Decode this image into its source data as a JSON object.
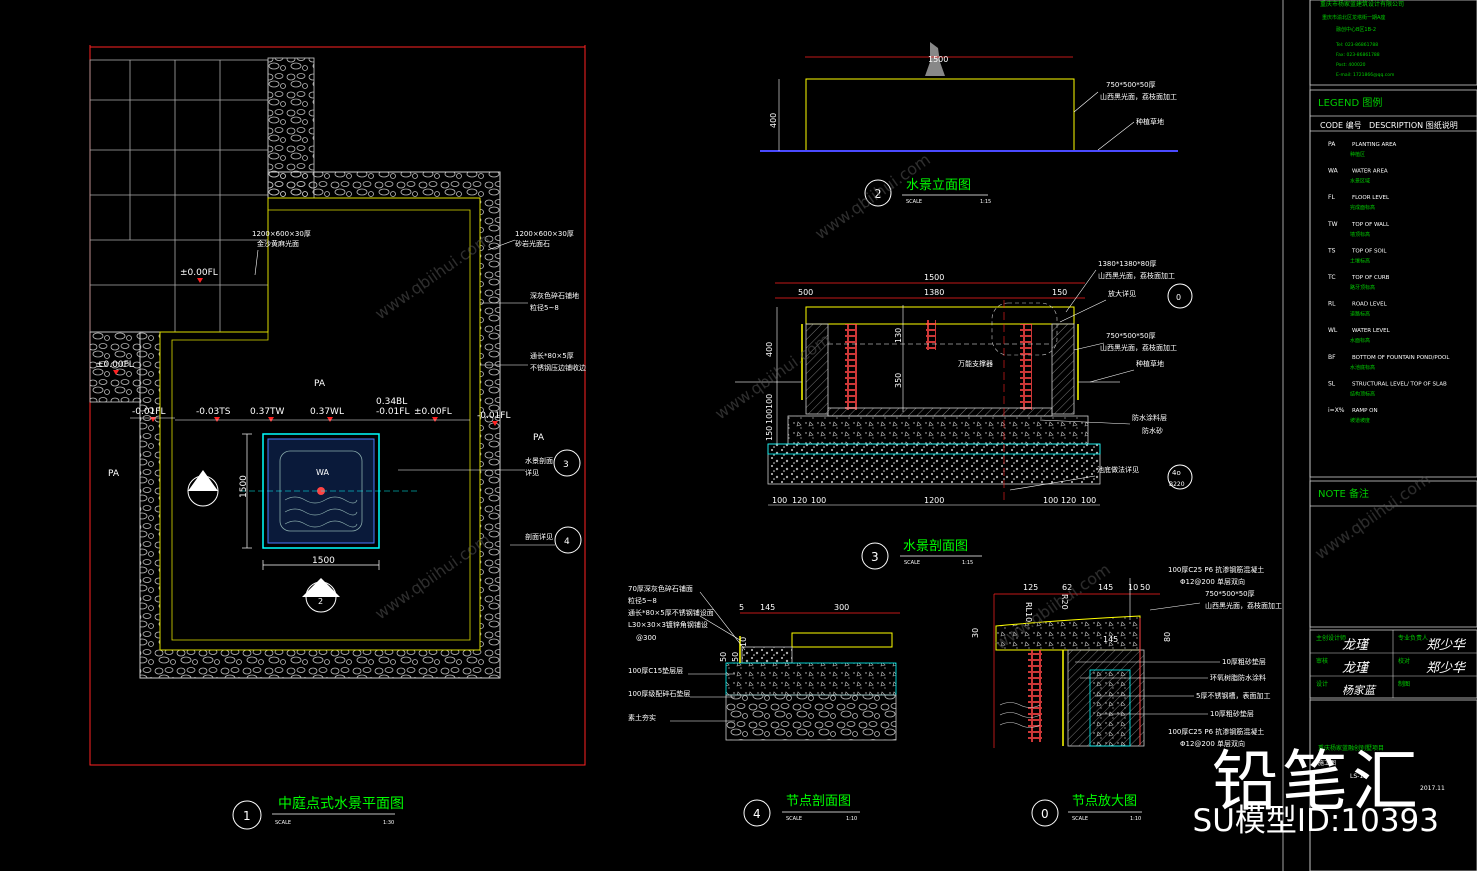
{
  "plan": {
    "title": "中庭点式水景平面图",
    "number": "1",
    "scale_label": "SCALE",
    "scale": "1:30",
    "notes": [
      "1200×600×30厚",
      "金沙黄麻光面",
      "1200×600×30厚",
      "砂岩光面石",
      "深灰色碎石铺地",
      "粒径5~8",
      "通长*80×5厚",
      "不锈钢压边铺收边",
      "水景剖面",
      "详见",
      "剖面详见"
    ],
    "levels": [
      "±0.00FL",
      "±0.00FL",
      "-0.01FL",
      "-0.03TS",
      "0.37TW",
      "0.37WL",
      "0.34BL",
      "-0.01FL",
      "±0.00FL",
      "-0.01FL"
    ],
    "area_labels": [
      "PA",
      "PA",
      "PA",
      "WA"
    ],
    "dims": [
      "1500",
      "1500"
    ],
    "section_marks": [
      "2",
      "2",
      "3",
      "4"
    ]
  },
  "elev": {
    "title": "水景立面图",
    "number": "2",
    "scale_label": "SCALE",
    "scale": "1:15",
    "dims": [
      "1500",
      "400"
    ],
    "notes": [
      "750*500*50厚",
      "山西黑光面，荔枝面加工",
      "种植草地"
    ]
  },
  "section": {
    "title": "水景剖面图",
    "number": "3",
    "scale_label": "SCALE",
    "scale": "1:15",
    "top_dims": [
      "1500",
      "1380",
      "500",
      "150"
    ],
    "left_dims": [
      "400",
      "350",
      "100",
      "100",
      "150"
    ],
    "mid_dims": [
      "130"
    ],
    "bottom_dims": [
      "100",
      "120",
      "100",
      "1200",
      "100",
      "120",
      "100"
    ],
    "notes": [
      "1380*1380*80厚",
      "山西黑光面，荔枝面加工",
      "放大详见",
      "750*500*50厚",
      "山西黑光面，荔枝面加工",
      "种植草地",
      "万能支撑器",
      "防水涂料层",
      "防水砂",
      "池底做法详见"
    ],
    "marks": [
      "0",
      "4o",
      "B220"
    ]
  },
  "node": {
    "title": "节点剖面图",
    "number": "4",
    "scale_label": "SCALE",
    "scale": "1:10",
    "notes": [
      "70厚深灰色碎石铺面",
      "粒径5~8",
      "通长*80×5厚不锈钢铺设面",
      "L30×30×3镀锌角钢铺设",
      "@300",
      "100厚C15垫层层",
      "100厚级配碎石垫层",
      "素土夯实"
    ],
    "dims": [
      "5",
      "145",
      "300",
      "50",
      "50",
      "10"
    ]
  },
  "detail": {
    "title": "节点放大图",
    "number": "0",
    "scale_label": "SCALE",
    "scale": "1:10",
    "dims": [
      "125",
      "62",
      "145",
      "10",
      "50",
      "145",
      "30",
      "80",
      "RL10",
      "R20"
    ],
    "notes": [
      "100厚C25  P6 抗渗钢筋混凝土",
      "Φ12@200 单层双向",
      "750*500*50厚",
      "山西黑光面，荔枝面加工",
      "10厚粗砂垫层",
      "环氧树脂防水涂料",
      "5厚不锈钢槽，表面加工",
      "10厚粗砂垫层",
      "100厚C25  P6 抗渗钢筋混凝土",
      "Φ12@200 单层双向"
    ]
  },
  "titleblock": {
    "company_lines": [
      "重庆市杨家蓝建筑设计有限公司",
      "重庆市渝北区龙塔街一期A座",
      "融创中心B区1B-2",
      "Tel: 023-86861788",
      "Fax: 023-86861788",
      "Post: 400020",
      "E-mail: 1721866@qq.com"
    ],
    "legend_header": "LEGEND  图例",
    "legend_cols": [
      "CODE  编号",
      "DESCRIPTION  图纸说明"
    ],
    "legend": [
      {
        "code": "PA",
        "en": "PLANTING AREA",
        "cn": "种植区"
      },
      {
        "code": "WA",
        "en": "WATER AREA",
        "cn": "水景区域"
      },
      {
        "code": "FL",
        "en": "FLOOR LEVEL",
        "cn": "完成面标高"
      },
      {
        "code": "TW",
        "en": "TOP OF WALL",
        "cn": "墙顶标高"
      },
      {
        "code": "TS",
        "en": "TOP OF SOIL",
        "cn": "土壤标高"
      },
      {
        "code": "TC",
        "en": "TOP OF CURB",
        "cn": "路牙顶标高"
      },
      {
        "code": "RL",
        "en": "ROAD LEVEL",
        "cn": "道路标高"
      },
      {
        "code": "WL",
        "en": "WATER LEVEL",
        "cn": "水面标高"
      },
      {
        "code": "BF",
        "en": "BOTTOM OF FOUNTAIN POND/POOL",
        "cn": "水池底标高"
      },
      {
        "code": "SL",
        "en": "STRUCTURAL LEVEL/ TOP OF SLAB",
        "cn": "结构顶标高"
      },
      {
        "code": "i=X%",
        "en": "RAMP ON",
        "cn": "坡道坡度"
      }
    ],
    "note_header": "NOTE  备注",
    "sign_rows": [
      {
        "l": "主创设计师",
        "lv": "龙瑾",
        "r": "专业负责人",
        "rv": "郑少华"
      },
      {
        "l": "审核",
        "lv": "龙瑾",
        "r": "校对",
        "rv": "郑少华"
      },
      {
        "l": "设计",
        "lv": "杨家蓝",
        "r": "制图",
        "rv": ""
      }
    ],
    "project": "重庆杨家蓝融创别墅项目",
    "stage": "施工图",
    "drawing_no": "LS-12",
    "date": "2017.11"
  },
  "watermark": {
    "brand": "铅笔汇",
    "id": "SU模型ID:10393",
    "site": "www.qbiihui.com"
  },
  "colors": {
    "background": "#000000",
    "green_title": "#00ff00",
    "outline_red": "#ff0000",
    "cyan": "#00ffff",
    "yellow": "#ffff00",
    "blue": "#0000ff",
    "white": "#ffffff"
  }
}
